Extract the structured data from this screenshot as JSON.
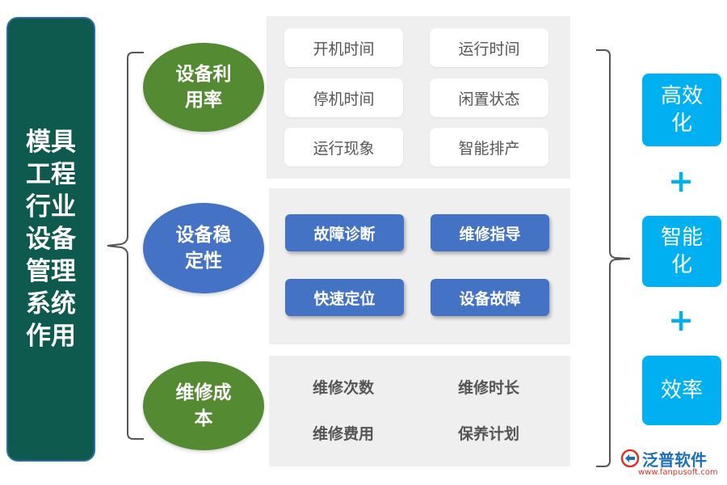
{
  "title": "模具工程行业设备管理系统作用",
  "categories": [
    {
      "name": "设备利用率",
      "color": "#548a32",
      "items": [
        "开机时间",
        "运行时间",
        "停机时间",
        "闲置状态",
        "运行现象",
        "智能排产"
      ]
    },
    {
      "name": "设备稳定性",
      "color": "#4472c4",
      "items": [
        "故障诊断",
        "维修指导",
        "快速定位",
        "设备故障"
      ]
    },
    {
      "name": "维修成本",
      "color": "#548a32",
      "items": [
        "维修次数",
        "维修时长",
        "维修费用",
        "保养计划"
      ]
    }
  ],
  "outcomes": [
    "高效化",
    "智能化",
    "效率"
  ],
  "plus": "+",
  "logo": {
    "name": "泛普软件",
    "url": "www.fanpusoft.com"
  },
  "colors": {
    "title_bg": "#0e5a4e",
    "green": "#548a32",
    "blue": "#4472c4",
    "accent": "#00b0f0",
    "panel": "#efefef"
  }
}
